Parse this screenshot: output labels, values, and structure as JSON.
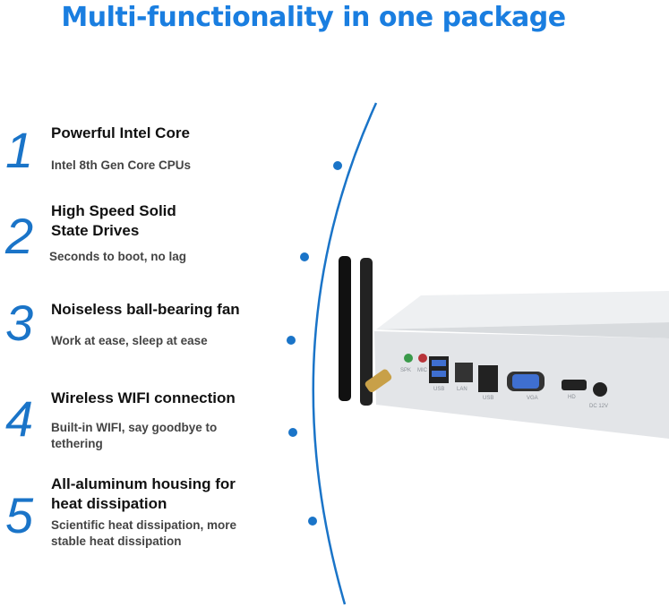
{
  "title": "Multi-functionality in one package",
  "features": [
    {
      "number": "1",
      "heading": "Powerful Intel Core",
      "description": "Intel 8th Gen Core CPUs"
    },
    {
      "number": "2",
      "heading": "High Speed Solid State Drives",
      "description": "Seconds to boot, no lag"
    },
    {
      "number": "3",
      "heading": "Noiseless ball-bearing fan",
      "description": "Work at ease, sleep at ease"
    },
    {
      "number": "4",
      "heading": "Wireless WIFI connection",
      "description": "Built-in WIFI, say goodbye to tethering"
    },
    {
      "number": "5",
      "heading": "All-aluminum housing for heat dissipation",
      "description": "Scientific heat dissipation, more stable heat dissipation"
    }
  ],
  "ports": [
    "SPK",
    "MIC",
    "USB",
    "LAN",
    "USB",
    "VGA",
    "HD",
    "DC 12V"
  ],
  "colors": {
    "accent": "#1a7ee0"
  }
}
